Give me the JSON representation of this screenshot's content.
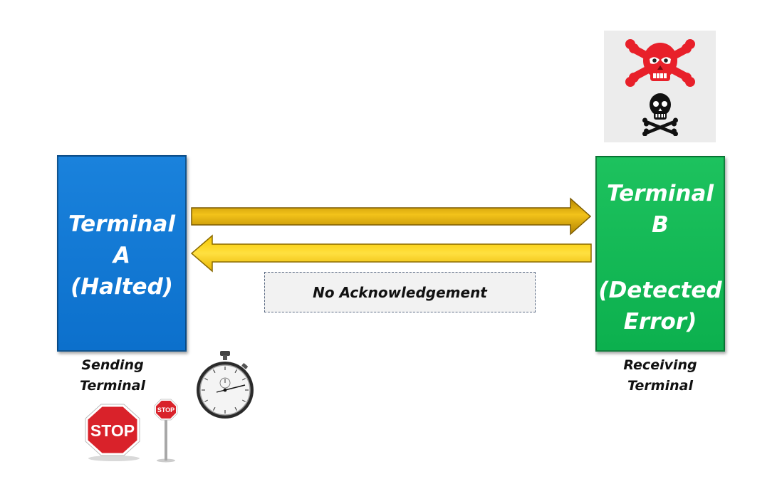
{
  "terminal_a": {
    "title": "Terminal",
    "id": "A",
    "state": "(Halted)",
    "color": "#0c70cc",
    "caption_line1": "Sending",
    "caption_line2": "Terminal"
  },
  "terminal_b": {
    "title": "Terminal",
    "id": "B",
    "state_line1": "(Detected",
    "state_line2": "Error)",
    "color": "#0cb04e",
    "caption_line1": "Receiving",
    "caption_line2": "Terminal"
  },
  "message": {
    "label": "No Acknowledgement"
  },
  "arrows": {
    "forward_color": "#d4a300",
    "backward_color": "#ffcc00"
  },
  "icons": {
    "stop_sign_text": "STOP",
    "small_stop_sign_text": "STOP",
    "stopwatch": "stopwatch-icon",
    "skull_red": "skull-crossbones-red-icon",
    "skull_black": "skull-crossbones-black-icon"
  }
}
